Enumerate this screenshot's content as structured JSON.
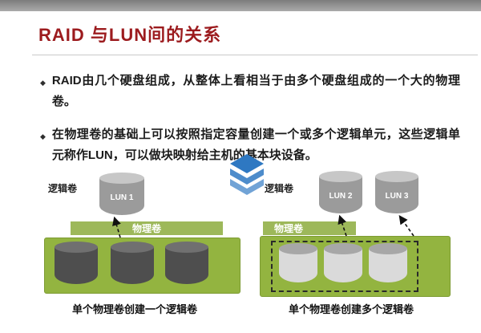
{
  "slide": {
    "title": "RAID 与LUN间的关系",
    "bullet_glyph": "◆"
  },
  "bullets": [
    {
      "text": "RAID由几个硬盘组成，从整体上看相当于由多个硬盘组成的一个大的物理卷。"
    },
    {
      "text": "在物理卷的基础上可以按照指定容量创建一个或多个逻辑单元，这些逻辑单元称作LUN，可以做块映射给主机的基本块设备。"
    }
  ],
  "diagram_left": {
    "logical_label": "逻辑卷",
    "physical_label": "物理卷",
    "lun1": "LUN 1",
    "caption": "单个物理卷创建一个逻辑卷"
  },
  "diagram_right": {
    "logical_label": "逻辑卷",
    "physical_label": "物理卷",
    "lun2": "LUN 2",
    "lun3": "LUN 3",
    "caption": "单个物理卷创建多个逻辑卷"
  },
  "colors": {
    "title_red": "#9c1b1e",
    "green_box": "#93b440",
    "green_strip": "#9db85a",
    "lun_cylinder": "#9b9b9b",
    "dark_cylinder": "#4e4e4e",
    "light_cylinder": "#dadada",
    "watermark_blue": "#2e78c2"
  }
}
